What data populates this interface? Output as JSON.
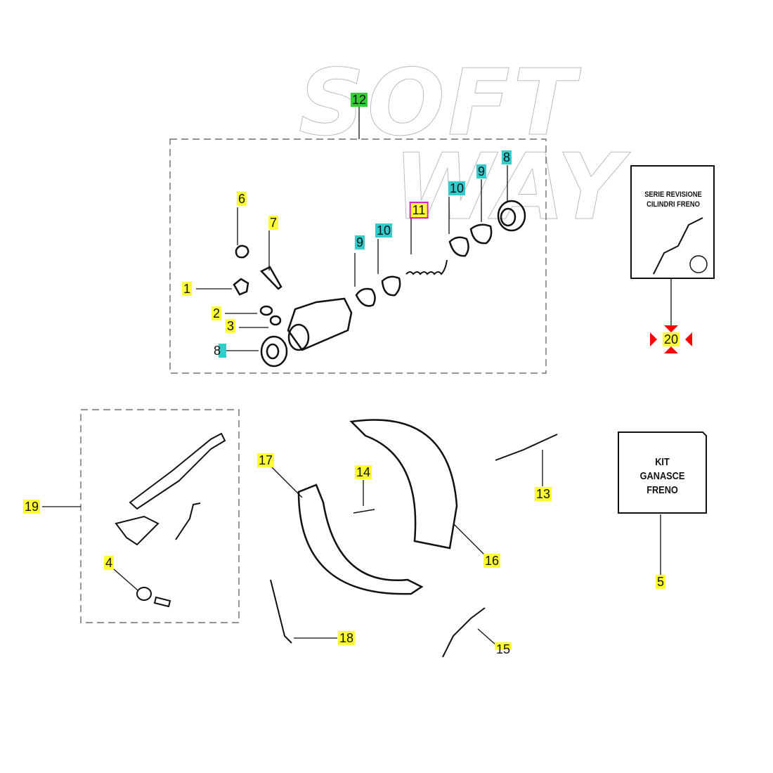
{
  "watermark": {
    "line1": "SOFT",
    "line2": "WAY"
  },
  "kit_boxes": {
    "cylinder_kit": {
      "line1": "SERIE REVISIONE",
      "line2": "CILINDRI FRENO"
    },
    "shoe_kit": {
      "line1": "KIT",
      "line2": "GANASCE FRENO"
    }
  },
  "callouts": {
    "c12": "12",
    "c8a": "8",
    "c9a": "9",
    "c10a": "10",
    "c11": "11",
    "c9b": "9",
    "c10b": "10",
    "c6": "6",
    "c7": "7",
    "c1": "1",
    "c2": "2",
    "c3": "3",
    "c8b": "8",
    "c20": "20",
    "c19": "19",
    "c17": "17",
    "c14": "14",
    "c13": "13",
    "c16": "16",
    "c4": "4",
    "c5": "5",
    "c18": "18",
    "c15": "15"
  },
  "colors": {
    "yellow": "#ffff33",
    "cyan": "#33cccc",
    "green": "#33cc33",
    "magenta": "#e020c0",
    "red": "#ff0000"
  }
}
